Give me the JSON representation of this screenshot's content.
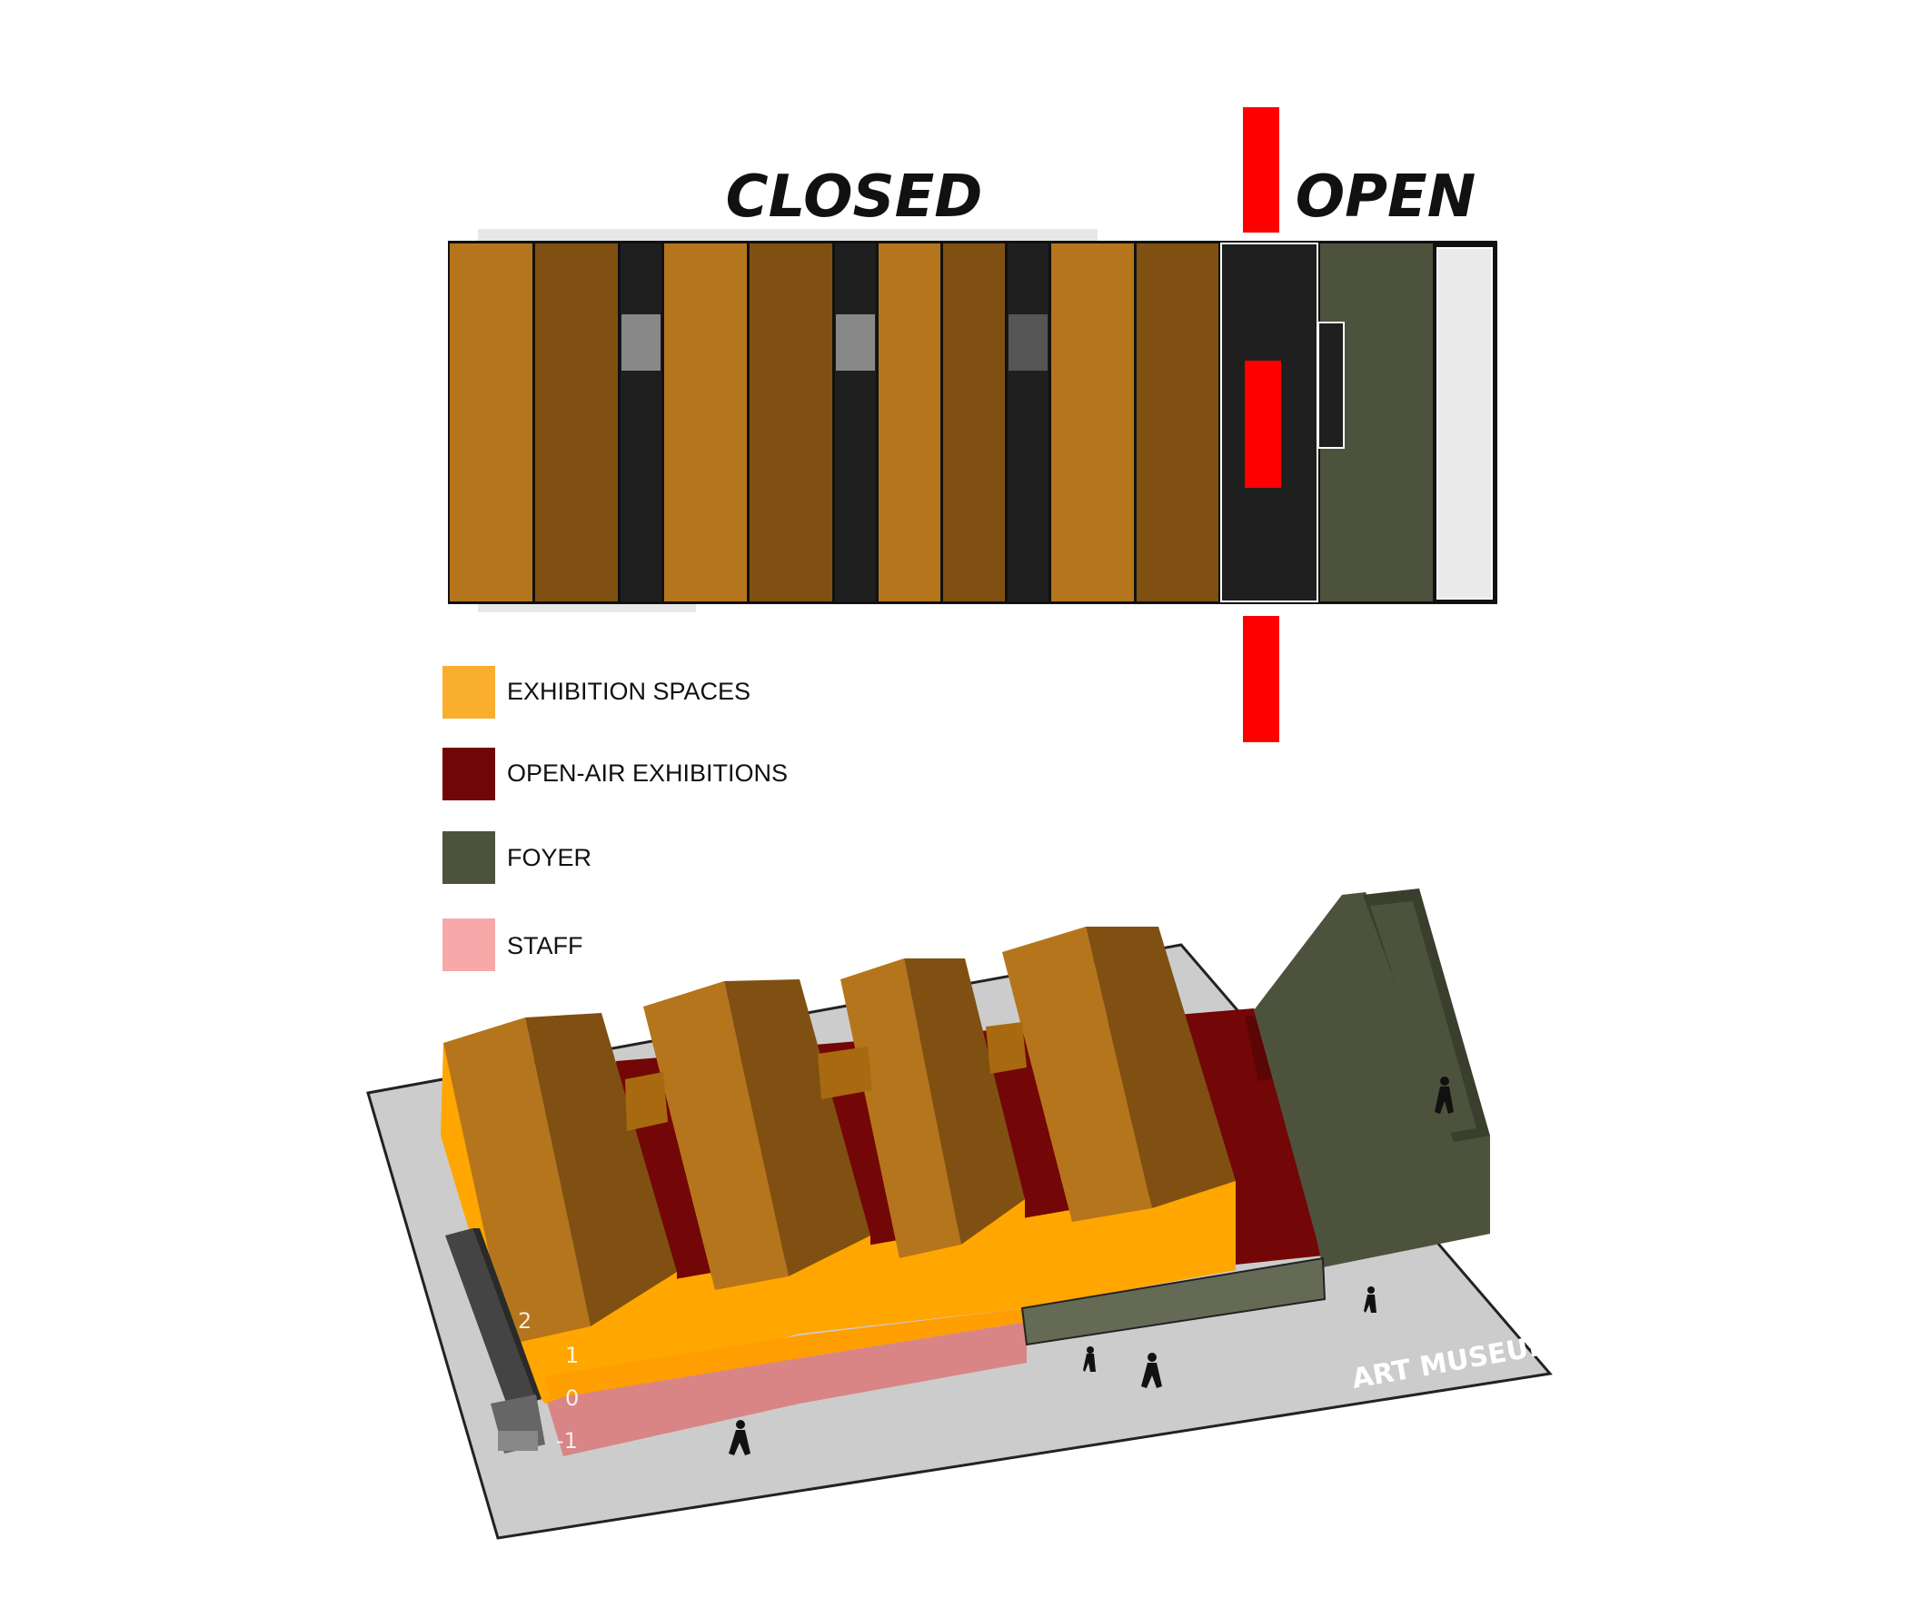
{
  "plan": {
    "closed_label": "CLOSED",
    "open_label": "OPEN"
  },
  "legend": [
    {
      "key": "exhibition",
      "label": "EXHIBITION SPACES",
      "color": "#F9AE2E"
    },
    {
      "key": "open_air",
      "label": "OPEN-AIR EXHIBITIONS",
      "color": "#700606"
    },
    {
      "key": "foyer",
      "label": "FOYER",
      "color": "#4D523D"
    },
    {
      "key": "staff",
      "label": "STAFF",
      "color": "#F7A9A9"
    }
  ],
  "axon": {
    "levels": [
      "2",
      "1",
      "0",
      "-1"
    ],
    "site_label": "ART MUSEUM"
  },
  "colors": {
    "roof_light": "#B5751C",
    "roof_dark": "#7F5012",
    "core_dark": "#1F1F1F",
    "core_grey": "#888888",
    "divider_red": "#FF0000",
    "foyer": "#4D523D",
    "foyer_light": "#656A55",
    "entrance": "#EAEAEA",
    "exhibition_face": "#FFA600",
    "open_air": "#730606",
    "staff": "#D98585",
    "ground": "#CCCCCC",
    "truck": "#444444",
    "person": "#111111"
  },
  "icons": [
    "truck-icon",
    "person-icon"
  ]
}
